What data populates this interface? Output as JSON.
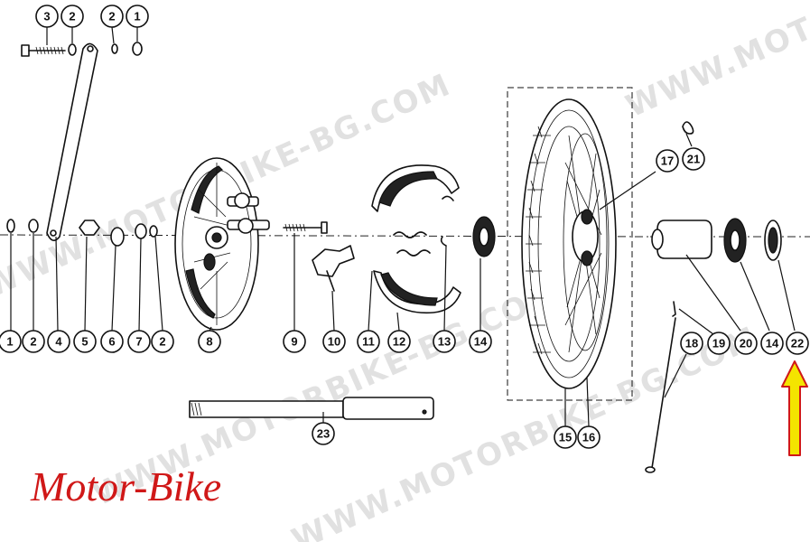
{
  "brand": {
    "text": "Motor-Bike",
    "color": "#d01818"
  },
  "watermark": {
    "text": "WWW.MOTORBIKE-BG.COM",
    "color": "#c9c9c9"
  },
  "callouts": {
    "c3": "3",
    "c2a": "2",
    "c2b": "2",
    "c1a": "1",
    "c1b": "1",
    "c2c": "2",
    "c4": "4",
    "c5": "5",
    "c6": "6",
    "c7": "7",
    "c2d": "2",
    "c8": "8",
    "c9": "9",
    "c10": "10",
    "c11": "11",
    "c12": "12",
    "c13": "13",
    "c14a": "14",
    "c15": "15",
    "c16": "16",
    "c17": "17",
    "c21": "21",
    "c18": "18",
    "c19": "19",
    "c20": "20",
    "c14b": "14",
    "c22": "22",
    "c23": "23"
  },
  "highlight": {
    "target_part": "22",
    "arrow_color": "#f4e400",
    "arrow_outline": "#d01818"
  }
}
